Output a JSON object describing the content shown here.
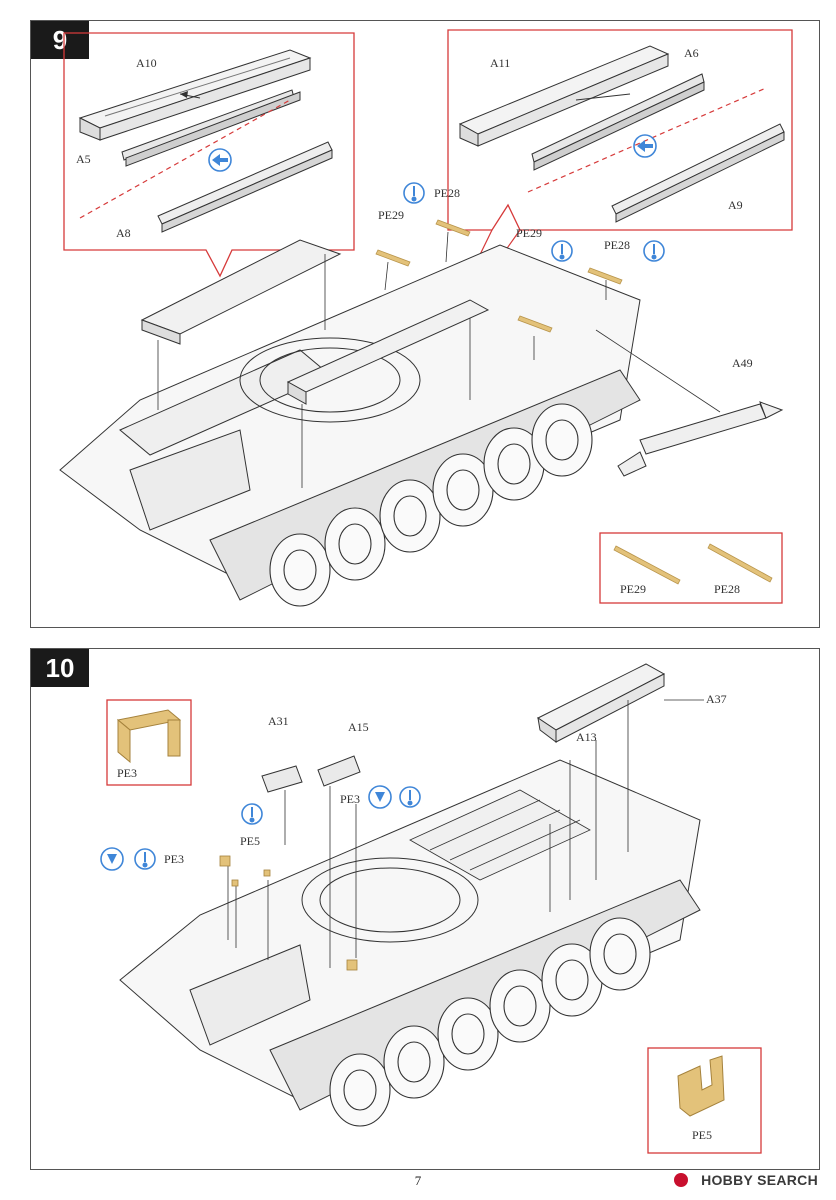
{
  "steps": [
    {
      "number": "9",
      "labels": {
        "a10": "A10",
        "a5": "A5",
        "a8": "A8",
        "a11": "A11",
        "a6": "A6",
        "a9": "A9",
        "pe28_top": "PE28",
        "pe29_top": "PE29",
        "pe29_mid": "PE29",
        "pe28_mid": "PE28",
        "a49": "A49",
        "pe29_box": "PE29",
        "pe28_box": "PE28"
      }
    },
    {
      "number": "10",
      "labels": {
        "pe3_box": "PE3",
        "a31": "A31",
        "a15": "A15",
        "pe3_mid": "PE3",
        "pe5": "PE5",
        "pe3_left": "PE3",
        "a37": "A37",
        "a13": "A13",
        "pe5_box": "PE5"
      }
    }
  ],
  "page_number": "7",
  "watermark": "HOBBY SEARCH",
  "colors": {
    "callout_red": "#d63a3a",
    "photo_etch": "#e3c27a",
    "icon_blue": "#3f86d8"
  }
}
